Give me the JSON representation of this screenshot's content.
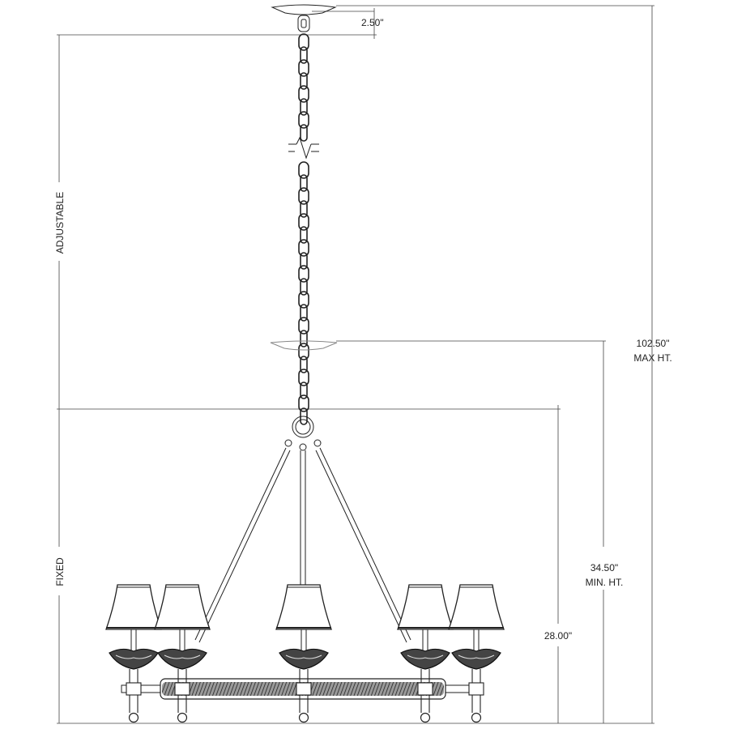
{
  "dimensions": {
    "canopy_width": "2.50\"",
    "adjustable_label": "ADJUSTABLE",
    "fixed_label": "FIXED",
    "max_height_value": "102.50\"",
    "max_height_label": "MAX HT.",
    "min_height_value": "34.50\"",
    "min_height_label": "MIN. HT.",
    "fixed_height": "28.00\""
  },
  "colors": {
    "ink": "#222222",
    "shade_fill": "#ffffff",
    "bar_fill": "#555555"
  }
}
